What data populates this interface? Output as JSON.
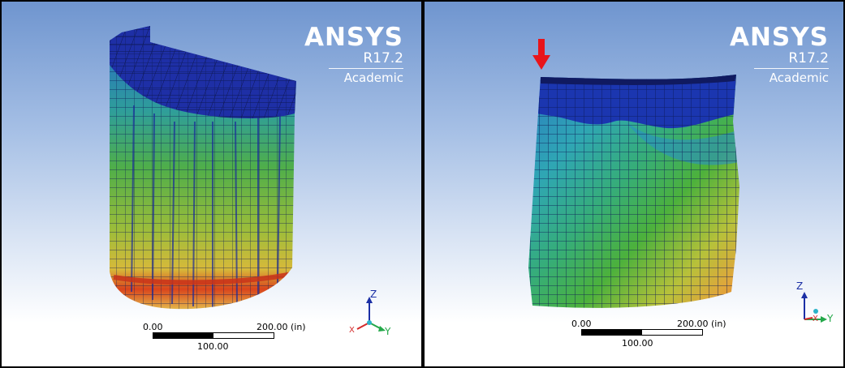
{
  "panels": [
    {
      "brand": {
        "name": "ANSYS",
        "version": "R17.2",
        "edition": "Academic"
      },
      "scale": {
        "min": "0.00",
        "max": "200.00 (in)",
        "mid": "100.00"
      },
      "axes": {
        "z": "Z",
        "y": "Y",
        "x": "X"
      }
    },
    {
      "brand": {
        "name": "ANSYS",
        "version": "R17.2",
        "edition": "Academic"
      },
      "scale": {
        "min": "0.00",
        "max": "200.00 (in)",
        "mid": "100.00"
      },
      "axes": {
        "z": "Z",
        "y": "Y",
        "x": "X"
      }
    }
  ],
  "colors": {
    "arrow": "#e8141a",
    "mesh_top": "#1a2fa8",
    "mesh_hot": "#d9441c",
    "frame": "#000000"
  },
  "icons": {
    "load_arrow": "down-arrow-icon",
    "triad": "coordinate-triad-icon"
  }
}
